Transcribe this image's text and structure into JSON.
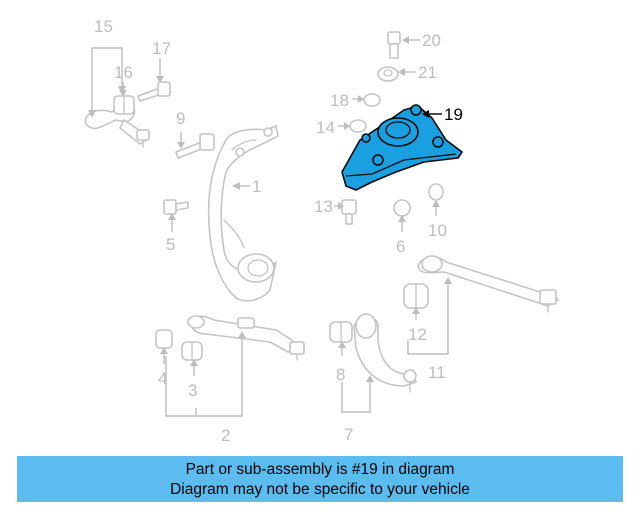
{
  "diagram": {
    "highlight_color": "#1a9fe0",
    "part_color": "#c4c4c4",
    "labels": {
      "p1": "1",
      "p2": "2",
      "p3": "3",
      "p4": "4",
      "p5": "5",
      "p6": "6",
      "p7": "7",
      "p8": "8",
      "p9": "9",
      "p10": "10",
      "p11": "11",
      "p12": "12",
      "p13": "13",
      "p14": "14",
      "p15": "15",
      "p16": "16",
      "p17": "17",
      "p18": "18",
      "p19": "19",
      "p20": "20",
      "p21": "21"
    },
    "highlighted_part": "19"
  },
  "banner": {
    "line1": "Part or sub-assembly is #19 in diagram",
    "line2": "Diagram may not be specific to your vehicle",
    "background": "#5bbcf0"
  }
}
